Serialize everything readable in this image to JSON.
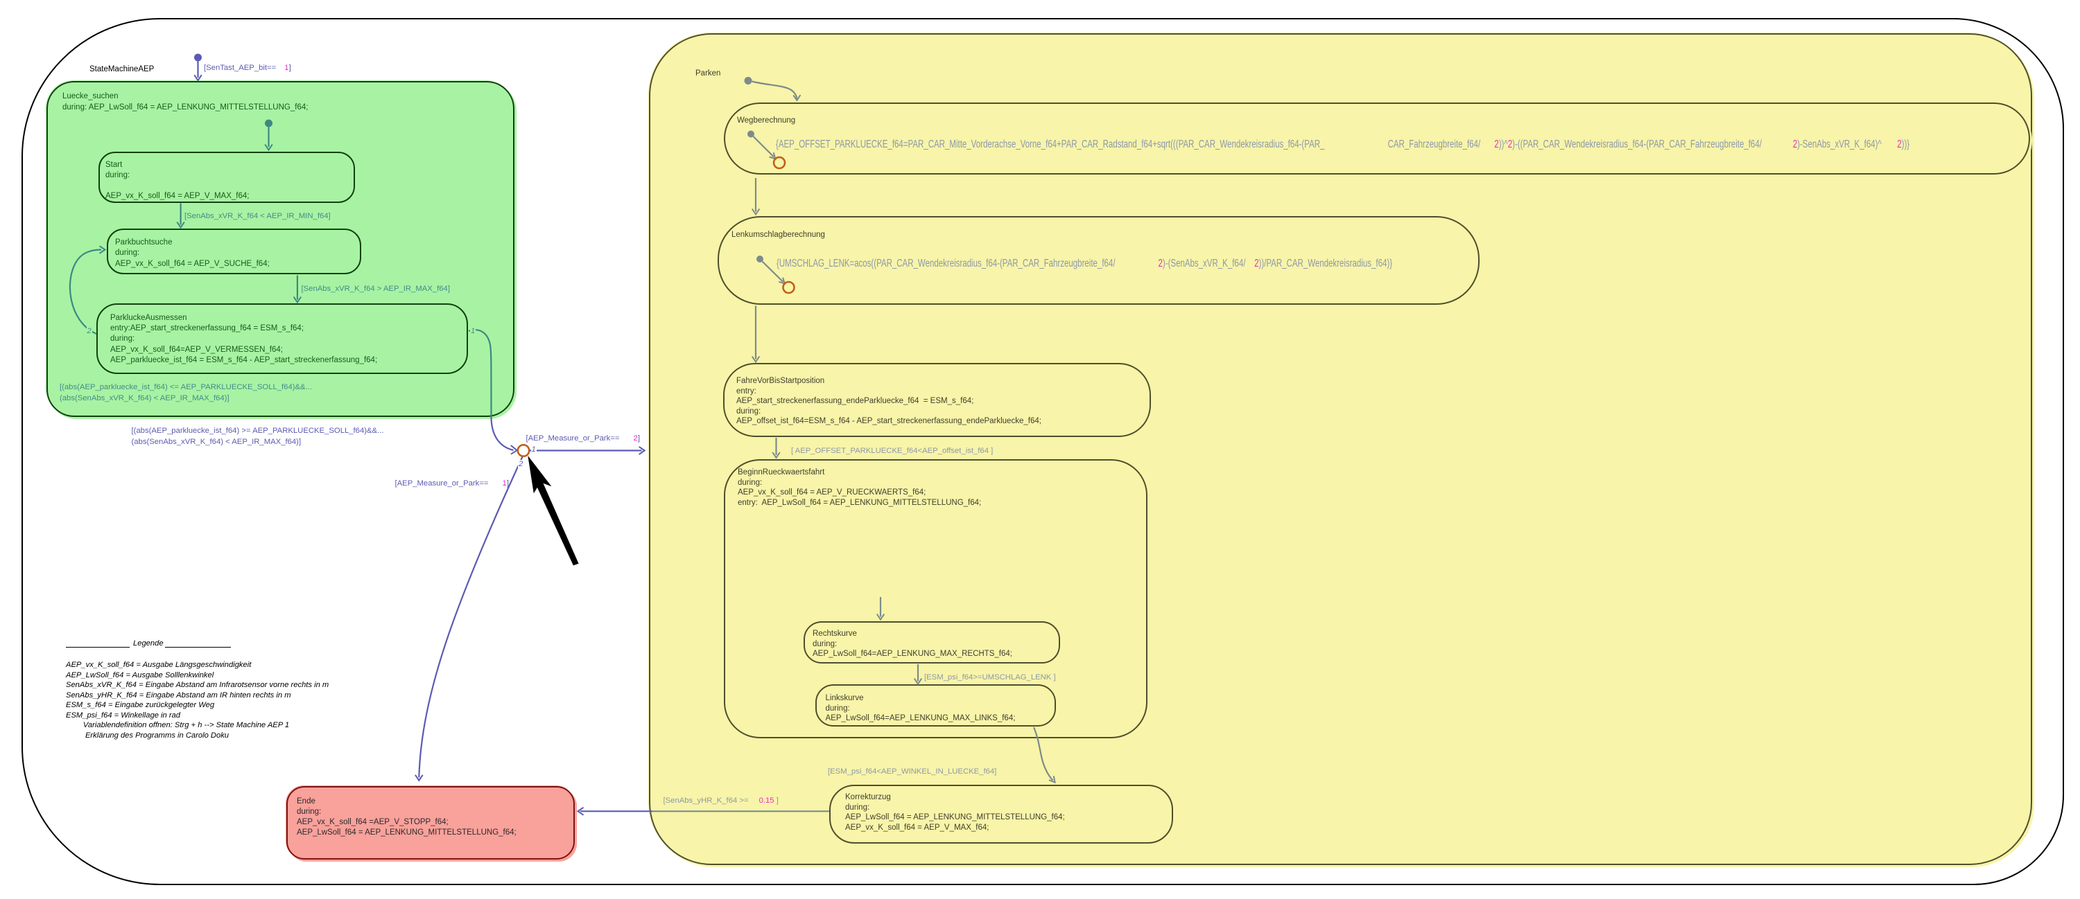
{
  "chart": {
    "title": "StateMachineAEP"
  },
  "colors": {
    "transition_blue": "#5B5BB3",
    "transition_teal": "#458B88",
    "transition_gray": "#7C8B8B",
    "label_slate": "#8C99A9",
    "parameter_magenta": "#EE28C8",
    "state_green_fill": "#A7F3A3",
    "state_green_border": "#12400F",
    "state_green_text": "#185A1C",
    "state_yellow_fill": "#F8F4A9",
    "state_yellow_border": "#4F4F2C",
    "state_red_fill": "#F9A19B",
    "state_red_border": "#7E1510",
    "junction_orange": "#C2601A"
  },
  "states": {
    "luecke_suchen": {
      "lines": [
        "Luecke_suchen",
        "during: AEP_LwSoll_f64 = AEP_LENKUNG_MITTELSTELLUNG_f64;"
      ]
    },
    "start": {
      "lines": [
        "Start",
        "during:",
        "",
        "AEP_vx_K_soll_f64 = AEP_V_MAX_f64;"
      ]
    },
    "parkbuchtsuche": {
      "lines": [
        "Parkbuchtsuche",
        "during:",
        "AEP_vx_K_soll_f64 = AEP_V_SUCHE_f64;"
      ]
    },
    "parkluckeausmessen": {
      "lines": [
        "ParkluckeAusmessen",
        "entry:AEP_start_streckenerfassung_f64 = ESM_s_f64;",
        "during:",
        "AEP_vx_K_soll_f64=AEP_V_VERMESSEN_f64;",
        "AEP_parkluecke_ist_f64 = ESM_s_f64 - AEP_start_streckenerfassung_f64;"
      ]
    },
    "parken": {
      "lines": [
        "Parken"
      ]
    },
    "wegberechnung": {
      "lines": [
        "Wegberechnung"
      ]
    },
    "lenkumschlagberechnung": {
      "lines": [
        "Lenkumschlagberechnung"
      ]
    },
    "fahrevorbisstartposition": {
      "lines": [
        "FahreVorBisStartposition",
        "entry:",
        "AEP_start_streckenerfassung_endeParkluecke_f64  = ESM_s_f64;",
        "during:",
        "AEP_offset_ist_f64=ESM_s_f64 - AEP_start_streckenerfassung_endeParkluecke_f64;"
      ]
    },
    "beginnrueckwaertsfahrt": {
      "lines": [
        "BeginnRueckwaertsfahrt",
        "during:",
        "AEP_vx_K_soll_f64 = AEP_V_RUECKWAERTS_f64;",
        "entry:  AEP_LwSoll_f64 = AEP_LENKUNG_MITTELSTELLUNG_f64;"
      ]
    },
    "rechtskurve": {
      "lines": [
        "Rechtskurve",
        "during:",
        "AEP_LwSoll_f64=AEP_LENKUNG_MAX_RECHTS_f64;"
      ]
    },
    "linkskurve": {
      "lines": [
        "Linkskurve",
        "during:",
        "AEP_LwSoll_f64=AEP_LENKUNG_MAX_LINKS_f64;"
      ]
    },
    "korrekturzug": {
      "lines": [
        "Korrekturzug",
        "during:",
        "AEP_LwSoll_f64 = AEP_LENKUNG_MITTELSTELLUNG_f64;",
        "AEP_vx_K_soll_f64 = AEP_V_MAX_f64;"
      ]
    },
    "ende": {
      "lines": [
        "Ende",
        "during:",
        "AEP_vx_K_soll_f64 =AEP_V_STOPP_f64;",
        "AEP_LwSoll_f64 = AEP_LENKUNG_MITTELSTELLUNG_f64;"
      ]
    }
  },
  "transitions": {
    "sentast": {
      "segments": [
        {
          "t": "[SenTast_AEP_bit==",
          "c": "blue"
        },
        {
          "t": "1",
          "c": "magenta",
          "gap": 12
        },
        {
          "t": "]",
          "c": "blue"
        }
      ]
    },
    "ir_min": {
      "text": "[SenAbs_xVR_K_f64 < AEP_IR_MIN_f64]"
    },
    "ir_max": {
      "text": "[SenAbs_xVR_K_f64 > AEP_IR_MAX_f64]"
    },
    "parkluecke_kleiner": {
      "text": "[(abs(AEP_parkluecke_ist_f64) <= AEP_PARKLUECKE_SOLL_f64)&&...\n(abs(SenAbs_xVR_K_f64) < AEP_IR_MAX_f64)]"
    },
    "parkluecke_groesser": {
      "text": "[(abs(AEP_parkluecke_ist_f64) >= AEP_PARKLUECKE_SOLL_f64)&&...\n(abs(SenAbs_xVR_K_f64) < AEP_IR_MAX_f64)]"
    },
    "measure_or_park_2": {
      "segments": [
        {
          "t": "[AEP_Measure_or_Park==",
          "c": "blue"
        },
        {
          "t": "2",
          "c": "magenta",
          "gap": 20
        },
        {
          "t": "]",
          "c": "blue"
        }
      ]
    },
    "measure_or_park_1": {
      "segments": [
        {
          "t": "[AEP_Measure_or_Park==",
          "c": "blue"
        },
        {
          "t": "1",
          "c": "magenta",
          "gap": 20
        },
        {
          "t": "]",
          "c": "blue"
        }
      ]
    },
    "weg_formel": {
      "segments": [
        {
          "t": "{AEP_OFFSET_PARKLUECKE_f64=PAR_CAR_Mitte_Vorderachse_Vorne_f64+PAR_CAR_Radstand_f64+sqrt(((PAR_CAR_Wendekreisradius_f64-(PAR_",
          "c": "slate"
        },
        {
          "t": "CAR_Fahrzeugbreite_f64/",
          "c": "slate",
          "gap": 122
        },
        {
          "t": "2",
          "c": "magenta",
          "gap": 27
        },
        {
          "t": "))^",
          "c": "slate"
        },
        {
          "t": "2",
          "c": "magenta"
        },
        {
          "t": ")-((PAR_CAR_Wendekreisradius_f64-(PAR_CAR_Fahrzeugbreite_f64/",
          "c": "slate"
        },
        {
          "t": "2",
          "c": "magenta",
          "gap": 60
        },
        {
          "t": ")-SenAbs_xVR_K_f64)^",
          "c": "slate"
        },
        {
          "t": "2",
          "c": "magenta",
          "gap": 30
        },
        {
          "t": "))}",
          "c": "slate"
        }
      ]
    },
    "lenk_formel": {
      "segments": [
        {
          "t": "{UMSCHLAG_LENK=acos((PAR_CAR_Wendekreisradius_f64-(PAR_CAR_Fahrzeugbreite_f64/",
          "c": "slate"
        },
        {
          "t": "2",
          "c": "magenta",
          "gap": 83
        },
        {
          "t": ")-(SenAbs_xVR_K_f64/",
          "c": "slate"
        },
        {
          "t": "2",
          "c": "magenta",
          "gap": 17
        },
        {
          "t": "))/PAR_CAR_Wendekreisradius_f64)}",
          "c": "slate"
        }
      ]
    },
    "offset_erreicht": {
      "text": "[ AEP_OFFSET_PARKLUECKE_f64<AEP_offset_ist_f64 ]"
    },
    "umschlag": {
      "text": "[ESM_psi_f64>=UMSCHLAG_LENK ]"
    },
    "winkel_in_luecke": {
      "text": "[ESM_psi_f64<AEP_WINKEL_IN_LUECKE_f64]"
    },
    "senabs_yhr": {
      "segments": [
        {
          "t": "[SenAbs_yHR_K_f64 >=",
          "c": "slate"
        },
        {
          "t": "0.15",
          "c": "magenta",
          "gap": 15
        },
        {
          "t": " ]",
          "c": "slate"
        }
      ]
    }
  },
  "junction_order_labels": {
    "main_1": "1",
    "main_2": "2",
    "parklucke_1": "1",
    "parklucke_2": "2"
  },
  "legend": {
    "title": "Legende",
    "items": [
      "AEP_vx_K_soll_f64 = Ausgabe Längsgeschwindigkeit",
      "AEP_LwSoll_f64 = Ausgabe Solllenkwinkel",
      "SenAbs_xVR_K_f64 = Eingabe Abstand am Infrarotsensor vorne rechts in m",
      "SenAbs_yHR_K_f64 = Eingabe Abstand am IR hinten rechts in m",
      "ESM_s_f64 = Eingabe zurückgelegter Weg",
      "ESM_psi_f64 = Winkellage in rad",
      "        Variablendefinition offnen: Strg + h --> State Machine AEP 1",
      "         Erklärung des Programms in Carolo Doku"
    ]
  }
}
